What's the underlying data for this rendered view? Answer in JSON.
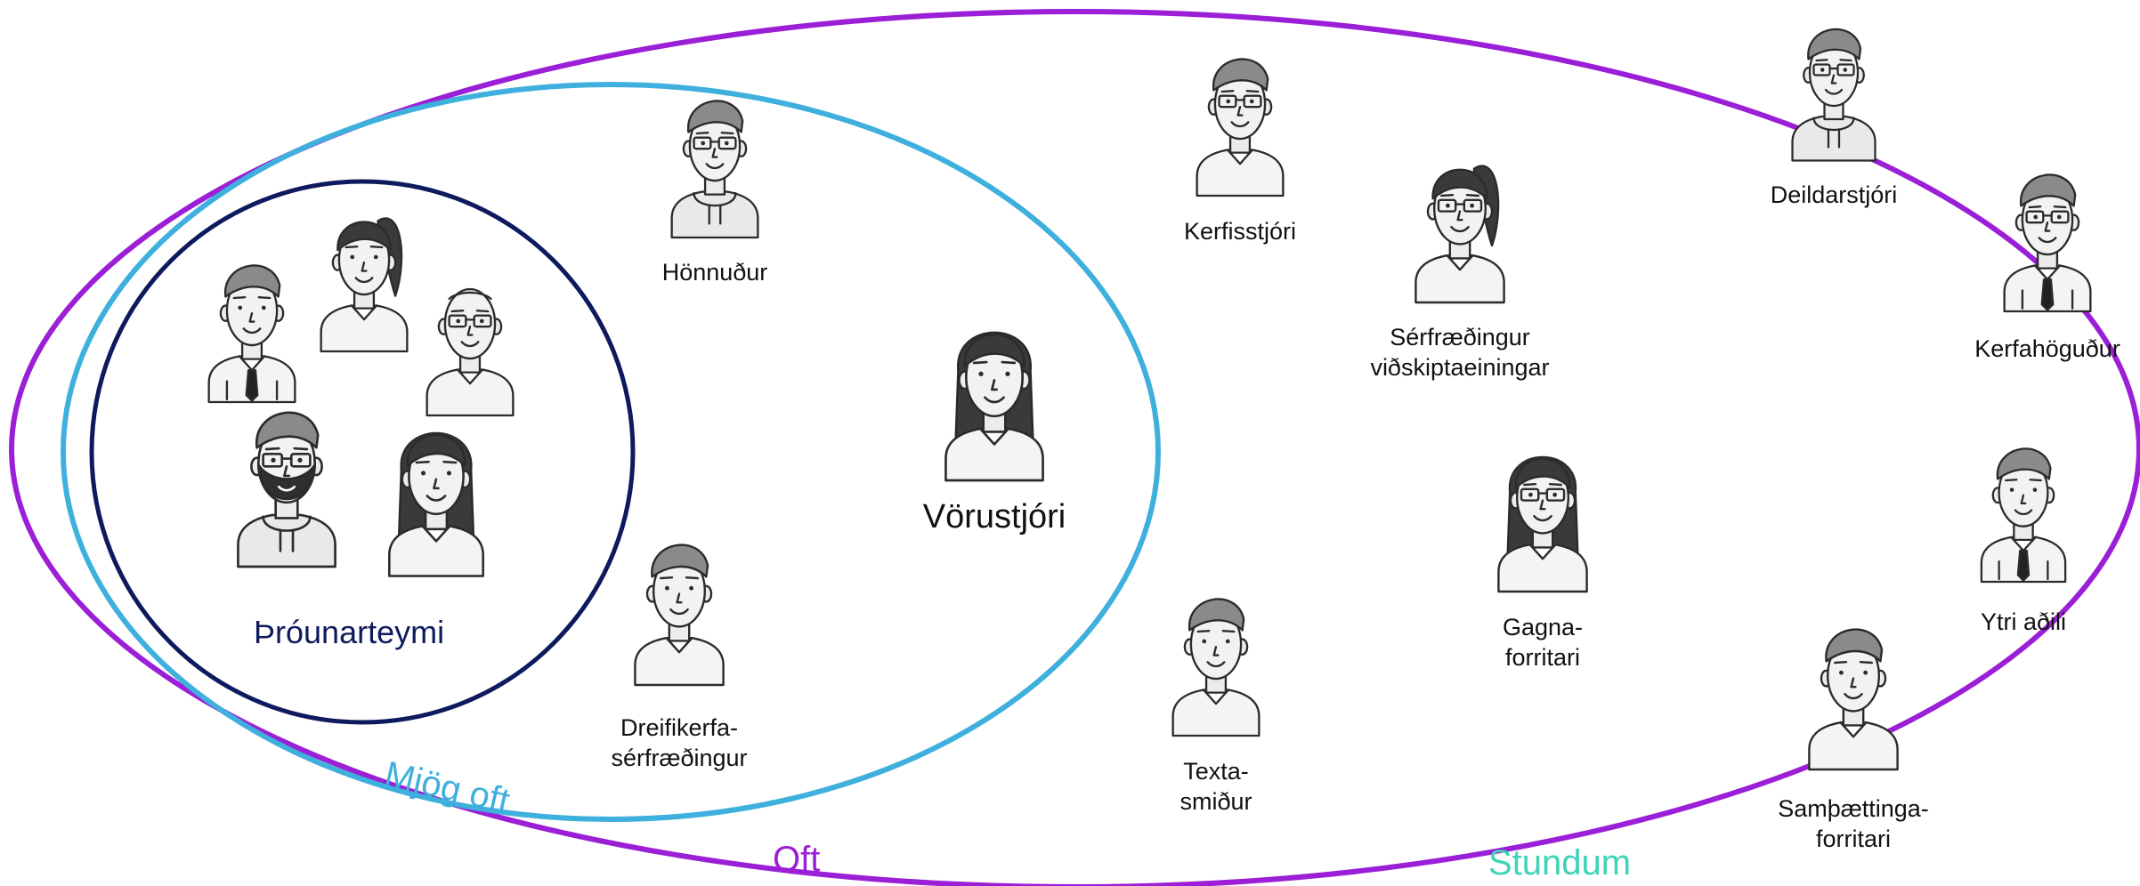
{
  "zones": {
    "inner": {
      "label": "Þróunarteymi",
      "color": "#0e1a5e"
    },
    "very_often": {
      "label": "Mjög oft",
      "color": "#3fb0dd"
    },
    "often": {
      "label": "Oft",
      "color": "#9b1fd6"
    },
    "sometimes": {
      "label": "Stundum",
      "color": "#3fd3b8"
    }
  },
  "roles": [
    {
      "label": "Hönnuður",
      "icon": "man-glasses-hoodie-avatar-icon"
    },
    {
      "label": "Vörustjóri",
      "icon": "woman-avatar-icon"
    },
    {
      "label": "Dreifikerfa-\nsérfræðingur",
      "icon": "curly-hair-man-avatar-icon"
    },
    {
      "label": "Kerfisstjóri",
      "icon": "man-glasses-avatar-icon"
    },
    {
      "label": "Sérfræðingur\nviðskiptaeiningar",
      "icon": "woman-ponytail-glasses-avatar-icon"
    },
    {
      "label": "Gagna-\nforritari",
      "icon": "woman-glasses-avatar-icon"
    },
    {
      "label": "Texta-\nsmiður",
      "icon": "man-avatar-icon"
    },
    {
      "label": "Deildarstjóri",
      "icon": "man-glasses-hoodie-avatar-icon"
    },
    {
      "label": "Kerfahöguður",
      "icon": "man-glasses-tie-avatar-icon"
    },
    {
      "label": "Ytri aðili",
      "icon": "man-tie-avatar-icon"
    },
    {
      "label": "Samþættinga-\nforritari",
      "icon": "man-avatar-icon"
    }
  ],
  "team_members": [
    {
      "icon": "man-tie-avatar-icon"
    },
    {
      "icon": "woman-ponytail-avatar-icon"
    },
    {
      "icon": "bald-man-glasses-avatar-icon"
    },
    {
      "icon": "bearded-man-glasses-avatar-icon"
    },
    {
      "icon": "woman-long-hair-avatar-icon"
    }
  ]
}
